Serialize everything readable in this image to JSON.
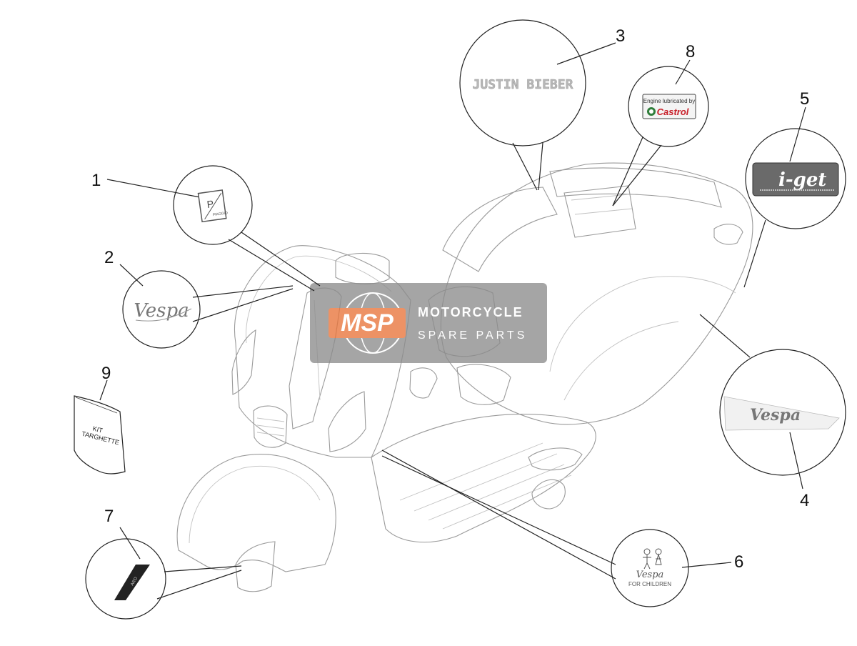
{
  "callouts": [
    {
      "id": "1",
      "label": "1"
    },
    {
      "id": "2",
      "label": "2"
    },
    {
      "id": "3",
      "label": "3"
    },
    {
      "id": "4",
      "label": "4"
    },
    {
      "id": "5",
      "label": "5"
    },
    {
      "id": "6",
      "label": "6"
    },
    {
      "id": "7",
      "label": "7"
    },
    {
      "id": "8",
      "label": "8"
    },
    {
      "id": "9",
      "label": "9"
    }
  ],
  "decals": {
    "emblem": {
      "text": "PIAGGIO"
    },
    "vespa_script_2": {
      "text": "Vespa"
    },
    "justin_bieber": {
      "text": "JUSTIN BIEBER"
    },
    "vespa_script_4": {
      "text": "Vespa"
    },
    "iget": {
      "text": "i-get"
    },
    "children": {
      "brand": "Vespa",
      "text": "FOR CHILDREN"
    },
    "aero": {
      "text": "ARO"
    },
    "castrol": {
      "line1": "Engine lubricated by",
      "line2": "Castrol"
    },
    "kit": {
      "line1": "KIT",
      "line2": "TARGHETTE"
    }
  },
  "watermark": {
    "logo": "MSP",
    "title": "MOTORCYCLE",
    "subtitle": "SPARE PARTS"
  },
  "colors": {
    "watermark_bg": "#8c8c8c",
    "watermark_accent": "#e8743a",
    "castrol_green": "#2f7d3a",
    "castrol_red": "#c8202a"
  }
}
